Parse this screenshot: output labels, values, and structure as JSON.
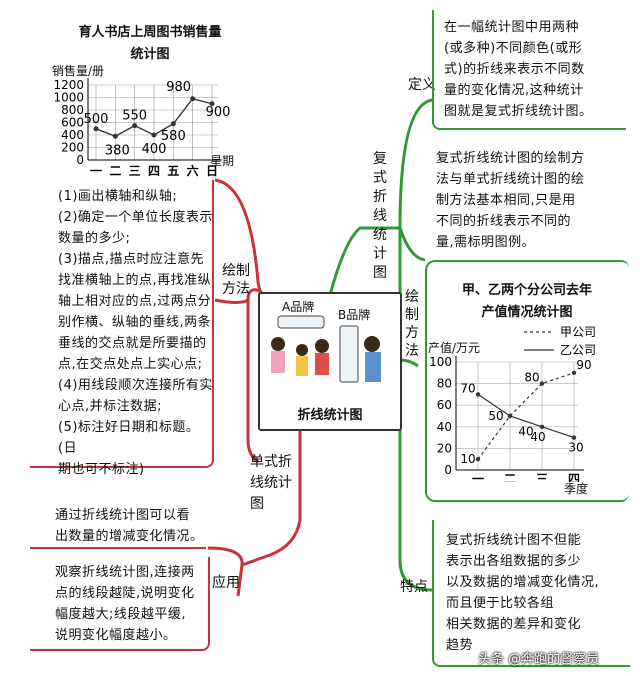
{
  "colors": {
    "red": "#c8323c",
    "green": "#2e9b34",
    "center_border": "#333333"
  },
  "center": {
    "brand_a": "A品牌",
    "brand_b": "B品牌",
    "title": "折线统计图"
  },
  "single": {
    "label": [
      "单式折",
      "线统计",
      "图"
    ],
    "drawing_label": [
      "绘制",
      "方法"
    ],
    "application_label": "应用",
    "steps": [
      "(1)画出横轴和纵轴;",
      "(2)确定一个单位长度表示",
      "数量的多少;",
      "(3)描点,描点时应注意先",
      "找准横轴上的点,再找准纵",
      "轴上相对应的点,过两点分",
      "别作横、纵轴的垂线,两条",
      "垂线的交点就是所要描的",
      "点,在交点处点上实心点;",
      "(4)用线段顺次连接所有实",
      "心点,并标注数据;",
      "(5)标注好日期和标题。(日",
      "期也可不标注)"
    ],
    "app_text1": [
      "通过折线统计图可以看",
      "出数量的增减变化情况。"
    ],
    "app_text2": [
      "观察折线统计图,连接两",
      "点的线段越陡,说明变化",
      "幅度越大;线段越平缓,",
      "说明变化幅度越小。"
    ]
  },
  "compound": {
    "label": [
      "复式",
      "折线",
      "统计",
      "图"
    ],
    "definition_label": [
      "定义"
    ],
    "drawing_label": [
      "绘",
      "制",
      "方",
      "法"
    ],
    "feature_label": "特点",
    "definition": [
      "在一幅统计图中用两种",
      "(或多种)不同颜色(或形",
      "式)的折线来表示不同数",
      "量的变化情况,这种统计",
      "图就是复式折线统计图。"
    ],
    "drawing": [
      "复式折线统计图的绘制方",
      "法与单式折线统计图的绘",
      "制方法基本相同,只是用",
      "不同的折线表示不同的",
      "量,需标明图例。"
    ],
    "feature": [
      "复式折线统计图不但能",
      "表示出各组数据的多少",
      "以及数据的增减变化情况,",
      "而且便于比较各组",
      "相关数据的差异和变化",
      "趋势"
    ]
  },
  "watermark": "头条 @奔跑的督察员",
  "chart_data": [
    {
      "type": "line",
      "title": [
        "育人书店上周图书销售量",
        "统计图"
      ],
      "ylabel": "销售量/册",
      "xlabel": "星期",
      "categories": [
        "一",
        "二",
        "三",
        "四",
        "五",
        "六",
        "日"
      ],
      "values": [
        500,
        380,
        550,
        400,
        580,
        980,
        900
      ],
      "yticks": [
        0,
        200,
        400,
        600,
        800,
        1000,
        1200
      ],
      "ylim": [
        0,
        1200
      ]
    },
    {
      "type": "line",
      "title": [
        "甲、乙两个分公司去年",
        "产值情况统计图"
      ],
      "ylabel": "产值/万元",
      "xlabel": "季度",
      "categories": [
        "一",
        "二",
        "三",
        "四"
      ],
      "series": [
        {
          "name": "甲公司",
          "values": [
            10,
            50,
            80,
            90
          ],
          "style": "dashed"
        },
        {
          "name": "乙公司",
          "values": [
            70,
            50,
            40,
            30
          ],
          "style": "solid"
        }
      ],
      "value_labels": {
        "甲公司": [
          "10",
          "50",
          "80",
          "90"
        ],
        "乙公司": [
          "70",
          "",
          "40",
          "30"
        ]
      },
      "shared_label": {
        "text": "40",
        "category_index": 1.5
      },
      "yticks": [
        0,
        20,
        40,
        60,
        80,
        100
      ],
      "ylim": [
        0,
        100
      ]
    }
  ]
}
